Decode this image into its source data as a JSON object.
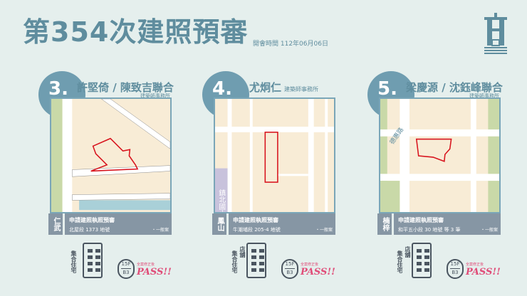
{
  "header": {
    "title": "第354次建照預審",
    "meeting_date": "開會時間 112年06月06日"
  },
  "colors": {
    "accent": "#5f8d9e",
    "pass": "#e04c78",
    "site_outline": "#d8141e",
    "info_bg": "#8696a4"
  },
  "cards": [
    {
      "number": "3.",
      "architect": "許堅倚 / 陳致吉聯合",
      "office": "建築師事務所",
      "district": "仁武",
      "case_type": "申請建照執照預審",
      "address": "北屋段 1373 地號",
      "category": "・一般案",
      "uses": [
        "集合住宅"
      ],
      "floors": "15F",
      "basement": "B3",
      "result_note": "全案修正後",
      "result": "PASS!!"
    },
    {
      "number": "4.",
      "architect": "尤炯仁",
      "office": "建築師事務所",
      "district": "鳳山",
      "case_type": "申請建照執照預審",
      "address": "牛潮埔段 205-4 地號",
      "category": "・一般案",
      "school": "鎮北國小",
      "uses": [
        "集合住宅",
        "店舖"
      ],
      "floors": "15F",
      "basement": "B3",
      "result_note": "全案修正後",
      "result": "PASS!!"
    },
    {
      "number": "5.",
      "architect": "梁慶源 / 沈鈺峰聯合",
      "office": "建築師事務所",
      "district": "楠梓",
      "case_type": "申請建照執照預審",
      "address": "和平五小段 30 地號 等 3 筆",
      "category": "・一般案",
      "road": "德惠路",
      "uses": [
        "集合住宅",
        "店舖"
      ],
      "floors": "15F",
      "basement": "B3",
      "result_note": "全案修正後",
      "result": "PASS!!"
    }
  ]
}
